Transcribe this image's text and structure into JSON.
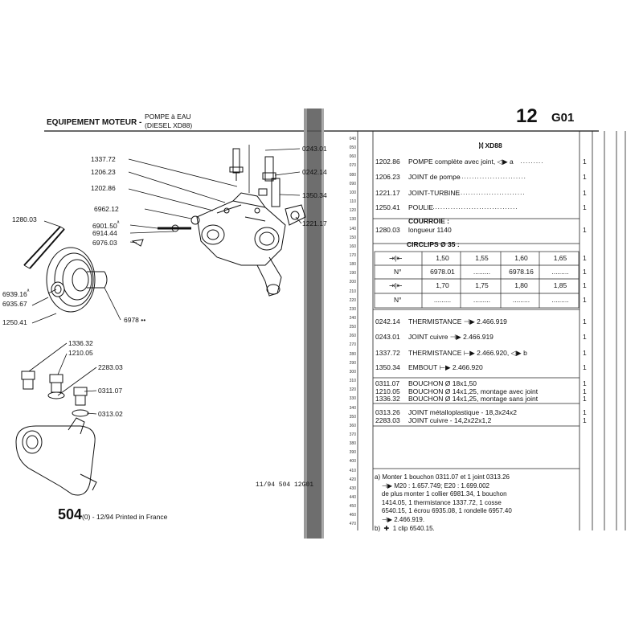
{
  "header": {
    "section": "EQUIPEMENT MOTEUR -",
    "subtitle1": "POMPE à EAU",
    "subtitle2": "(DIESEL XD88)",
    "page_number": "12",
    "page_code": "G01"
  },
  "diagram_labels": {
    "l1337": "1337.72",
    "l1206": "1206.23",
    "l1202": "1202.86",
    "l6962": "6962.12",
    "l1280": "1280.03",
    "l6901": "6901.50",
    "l6914": "6914.44",
    "l6976": "6976.03",
    "l6939": "6939.16",
    "l6935": "6935.67",
    "l1250": "1250.41",
    "l6978": "6978",
    "l6978_mark": "••",
    "l6901_mark": "ª",
    "l6939_mark": "ª",
    "l0243": "0243.01",
    "l0242": "0242.14",
    "l1350": "1350.34",
    "l1221": "1221.17",
    "l1336": "1336.32",
    "l1210": "1210.05",
    "l2283": "2283.03",
    "l0311": "0311.07",
    "l0313": "0313.02"
  },
  "footer": {
    "ref": "11/94  504  12G01",
    "catalog_num": "504",
    "catalog_sub": "(0) - 12/94 Printed in France"
  },
  "line_numbers": [
    "040",
    "050",
    "060",
    "070",
    "080",
    "090",
    "100",
    "110",
    "120",
    "130",
    "140",
    "150",
    "160",
    "170",
    "180",
    "190",
    "200",
    "210",
    "220",
    "230",
    "240",
    "250",
    "260",
    "270",
    "280",
    "290",
    "300",
    "310",
    "320",
    "330",
    "340",
    "350",
    "360",
    "370",
    "380",
    "390",
    "400",
    "410",
    "420",
    "430",
    "440",
    "450",
    "460",
    "470"
  ],
  "parts": {
    "model": "XD88",
    "model_icon": "ᛞ",
    "rows": [
      {
        "ref": "1202.86",
        "desc": "POMPE complète avec joint,",
        "extra": "◁▶ a",
        "qty": "1"
      },
      {
        "ref": "1206.23",
        "desc": "JOINT de pompe",
        "extra": "",
        "qty": "1"
      },
      {
        "ref": "1221.17",
        "desc": "JOINT-TURBINE",
        "extra": "",
        "qty": "1"
      },
      {
        "ref": "1250.41",
        "desc": "POULIE",
        "extra": "",
        "qty": "1"
      }
    ],
    "courroie_title": "COURROIE :",
    "courroie_ref": "1280.03",
    "courroie_desc": "longueur 1140",
    "courroie_qty": "1",
    "circlips_title": "CIRCLIPS Ø 35 :",
    "circ_sym1": "⇥|⇤",
    "circ_sym2": "N°",
    "circ_row1": [
      "1,50",
      "1,55",
      "1,60",
      "1,65"
    ],
    "circ_row2": [
      "6978.01",
      "",
      "6978.16",
      ""
    ],
    "circ_row3": [
      "1,70",
      "1,75",
      "1,80",
      "1,85"
    ],
    "circ_row4": [
      "",
      "",
      "",
      ""
    ],
    "circ_qty": [
      "1",
      "1",
      "1",
      "1"
    ],
    "rows2": [
      {
        "ref": "0242.14",
        "desc": "THERMISTANCE ⊣▶ 2.466.919",
        "qty": "1"
      },
      {
        "ref": "0243.01",
        "desc": "JOINT cuivre ⊣▶ 2.466.919",
        "qty": "1"
      },
      {
        "ref": "1337.72",
        "desc": "THERMISTANCE ⊢▶ 2.466.920,  ◁▶ b",
        "qty": "1"
      },
      {
        "ref": "1350.34",
        "desc": "EMBOUT ⊢▶ 2.466.920",
        "qty": "1"
      }
    ],
    "rows3": [
      {
        "ref": "0311.07",
        "desc": "BOUCHON  Ø  18x1,50",
        "qty": "1"
      },
      {
        "ref": "1210.05",
        "desc": "BOUCHON  Ø  14x1,25, montage avec joint",
        "qty": "1"
      },
      {
        "ref": "1336.32",
        "desc": "BOUCHON  Ø  14x1,25, montage sans joint",
        "qty": "1"
      }
    ],
    "rows4": [
      {
        "ref": "0313.26",
        "desc": "JOINT métalloplastique - 18,3x24x2",
        "qty": "1"
      },
      {
        "ref": "2283.03",
        "desc": "JOINT cuivre - 14,2x22x1,2",
        "qty": "1"
      }
    ],
    "notes": [
      "a) Monter 1 bouchon 0311.07 et 1 joint 0313.26",
      "    ⊣▶ M20 : 1.657.749; E20 : 1.699.002",
      "    de plus monter 1 collier 6981.34, 1 bouchon",
      "    1414.05, 1 thermistance 1337.72, 1 cosse",
      "    6540.15, 1 écrou 6935.08, 1 rondelle 6957.40",
      "    ⊣▶ 2.466.919.",
      "b)  ✚  1 clip 6540.15."
    ]
  }
}
